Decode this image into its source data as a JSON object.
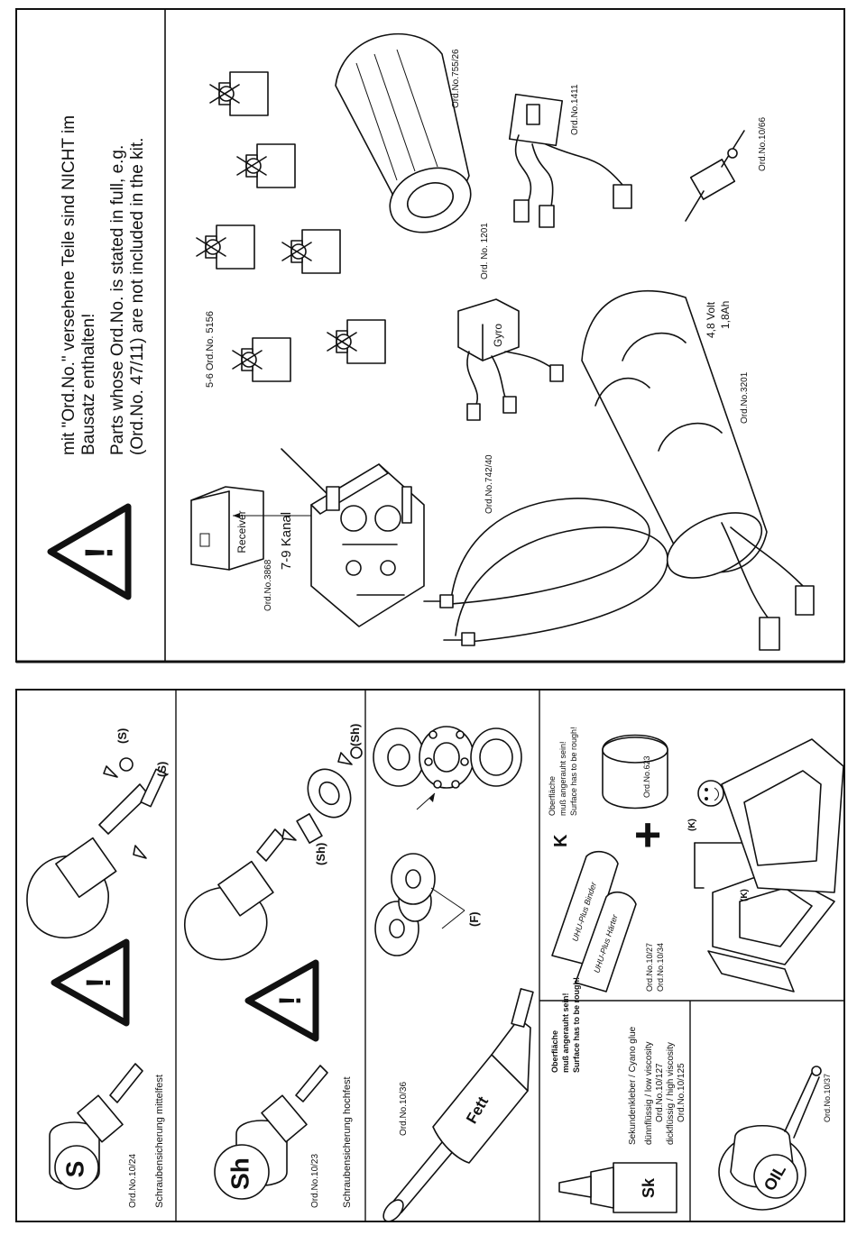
{
  "warning_box": {
    "line_de_1": "mit \"Ord.No.\" versehene  Teile sind NICHT im",
    "line_de_2": "Bausatz enthalten!",
    "line_en_1": "Parts whose Ord.No. is stated in full, e.g.",
    "line_en_2": "(Ord.No. 47/11) are not included in the kit.",
    "warning_mark": "!"
  },
  "parts": {
    "receiver_label": "Receiver",
    "receiver_ord": "Ord.No.3868",
    "transmitter_channels": "7-9 Kanal",
    "servos_ord": "5-6  Ord.No. 5156",
    "foam_ord": "Ord.No.755/26",
    "switch_ord": "Ord.No.1411",
    "gyro_label": "Gyro",
    "gyro_ord": "Ord. No. 1201",
    "fuel_filter_ord": "Ord.No.10/66",
    "cable_ties_ord": "Ord.No.742/40",
    "battery_voltage": "4,8 Volt",
    "battery_capacity": "1,8Ah",
    "battery_ord": "Ord.No.3201"
  },
  "threadlock_medium": {
    "letter": "S",
    "ord": "Ord.No.10/24",
    "caption": "Schraubensicherung mittelfest",
    "callout_1": "(S)",
    "callout_2": "(S)",
    "warning_mark": "!"
  },
  "threadlock_strong": {
    "letter": "Sh",
    "ord": "Ord.No.10/23",
    "caption": "Schraubensicherung hochfest",
    "callout_1": "(Sh)",
    "callout_2": "(Sh)",
    "warning_mark": "!"
  },
  "grease": {
    "label": "Fett",
    "ord": "Ord.No.10/36",
    "callout": "(F)"
  },
  "epoxy": {
    "letter": "K",
    "rough_de": "Oberfläche",
    "rough_de_2": "muß angerauht sein!",
    "rough_en": "Surface has to be rough!",
    "binder_label": "UHU-Plus Binder",
    "hardener_label": "UHU-Plus Härter",
    "ord_1": "Ord.No.10/27",
    "ord_2": "Ord.No.10/34",
    "jar_ord": "Ord.No.623",
    "plus": "+",
    "callout_1": "(K)",
    "callout_2": "(K)"
  },
  "cyano": {
    "letter": "Sk",
    "rough_de": "Oberfläche",
    "rough_de_2": "muß angerauht sein!",
    "rough_en": "Surface has to be rough!",
    "title": "Sekundenkleber / Cyano glue",
    "low_visc": "dünnflüssig / low viscosity",
    "low_ord": "Ord.No.10/127",
    "high_visc": "dickflüssig / high viscosity",
    "high_ord": "Ord.No.10/125"
  },
  "oil": {
    "label": "OIL",
    "ord": "Ord.No.10/37"
  }
}
